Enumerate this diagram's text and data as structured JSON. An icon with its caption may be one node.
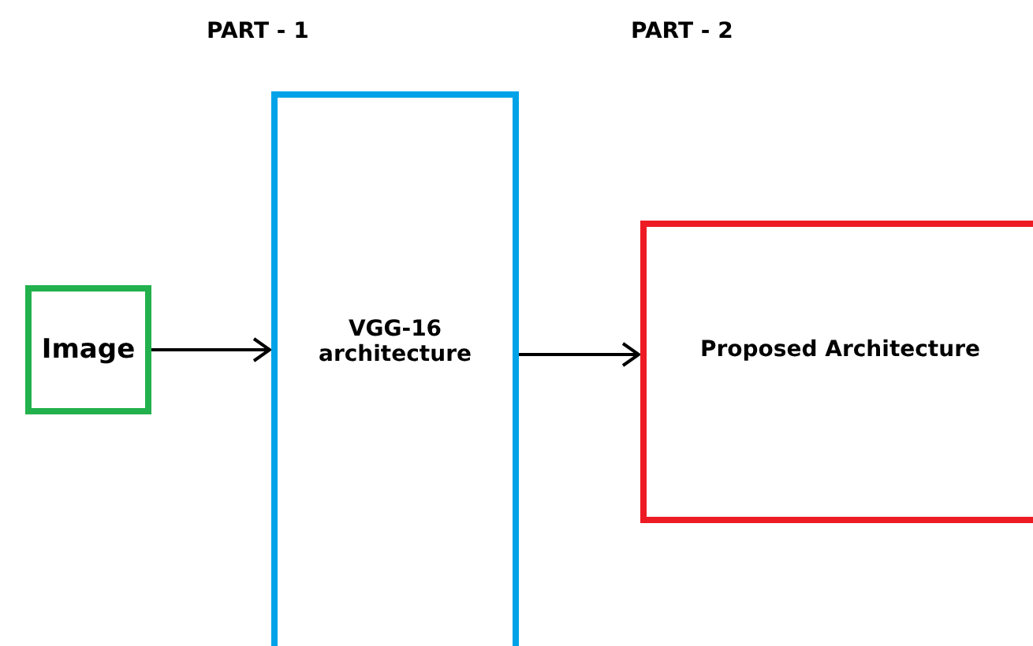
{
  "diagram": {
    "nodes": [
      {
        "text": [
          "Image"
        ]
      },
      {
        "text": [
          "VGG-16 architecture"
        ]
      },
      {
        "text": [
          "Proposed Architecture"
        ]
      }
    ],
    "edges": [
      {
        "from": 0,
        "to": 1,
        "arrow": "to"
      },
      {
        "from": 1,
        "to": 2,
        "arrow": "to"
      }
    ],
    "labels": [
      "PART - 1",
      "PART - 2"
    ]
  }
}
